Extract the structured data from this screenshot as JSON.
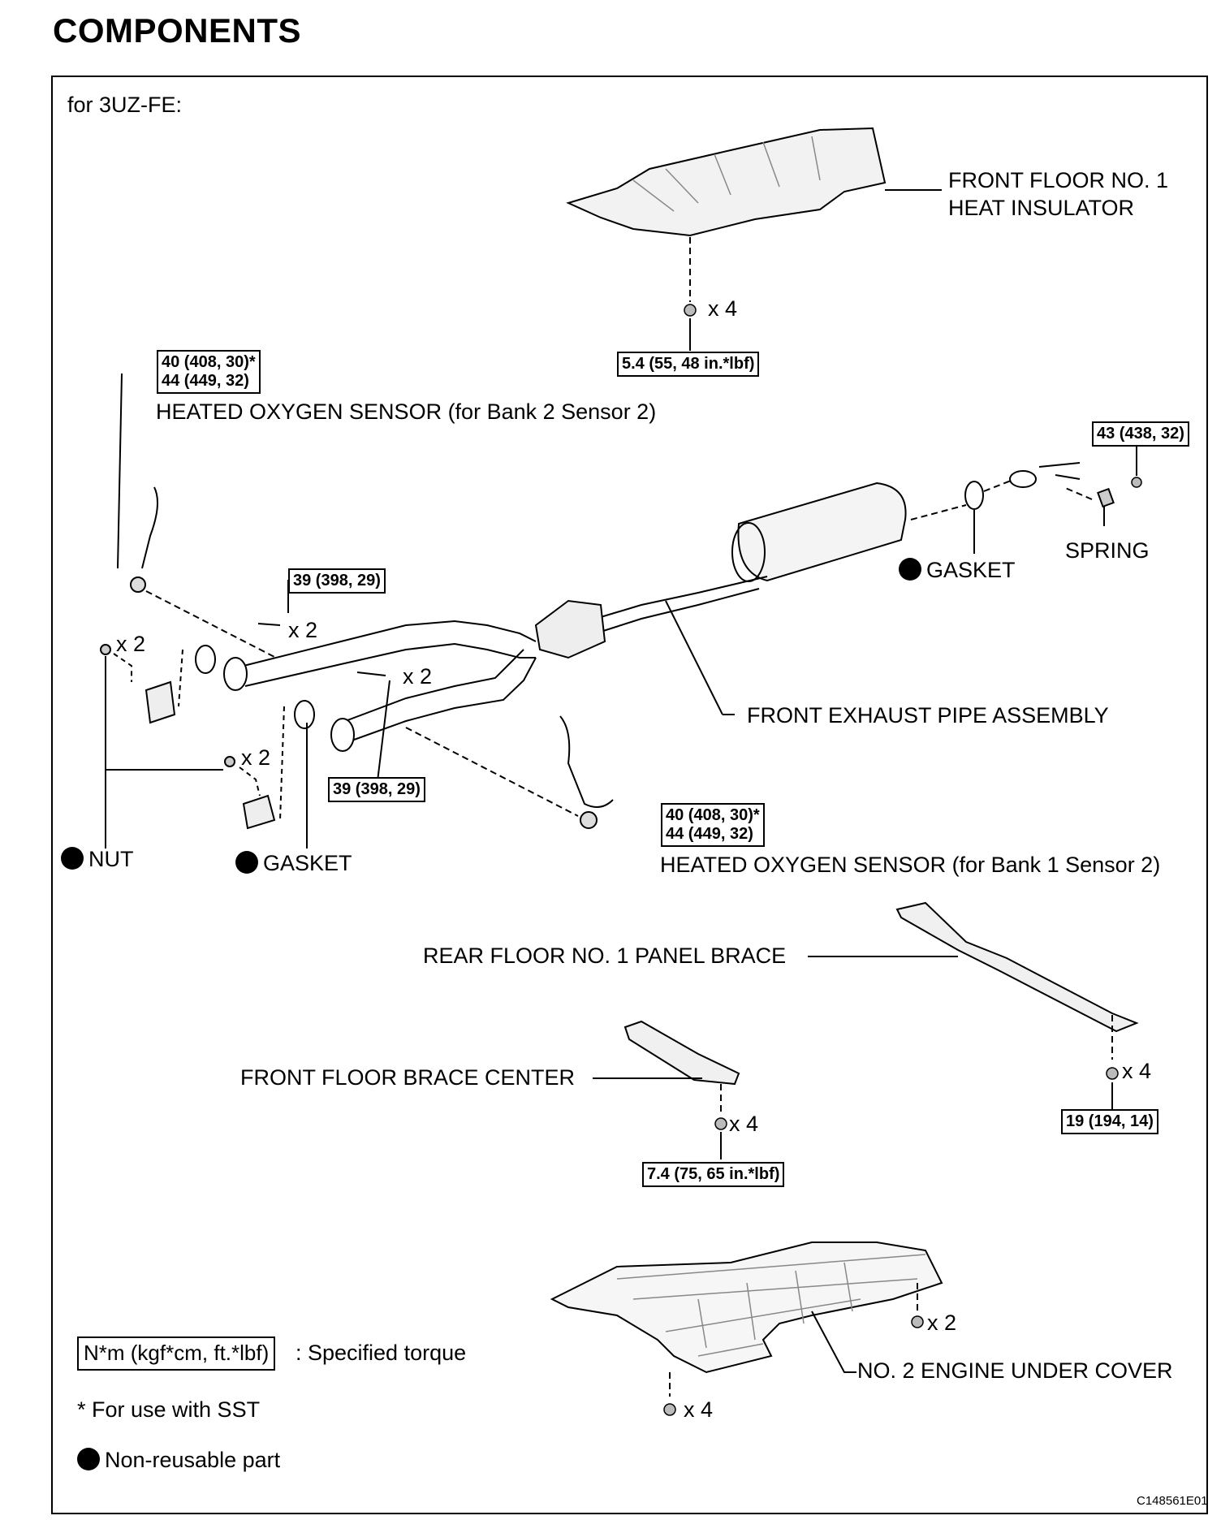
{
  "title": "COMPONENTS",
  "engine_label": "for 3UZ-FE:",
  "parts": {
    "front_floor_heat_insulator": [
      "FRONT FLOOR NO. 1",
      "HEAT INSULATOR"
    ],
    "ho2s_bank2": "HEATED OXYGEN SENSOR (for Bank 2 Sensor 2)",
    "ho2s_bank1": "HEATED OXYGEN SENSOR (for Bank 1 Sensor 2)",
    "gasket": "GASKET",
    "spring": "SPRING",
    "front_exhaust_pipe": "FRONT EXHAUST PIPE ASSEMBLY",
    "nut": "NUT",
    "rear_floor_brace": "REAR FLOOR NO. 1 PANEL BRACE",
    "front_floor_brace": "FRONT FLOOR BRACE CENTER",
    "engine_under_cover": "NO. 2 ENGINE UNDER COVER"
  },
  "quantities": {
    "x4": "x 4",
    "x2": "x 2"
  },
  "torques": {
    "insulator": "5.4 (55, 48 in.*lbf)",
    "sensor_a": "40 (408, 30)*",
    "sensor_b": "44 (449, 32)",
    "spring_bolt": "43 (438, 32)",
    "pipe_bolt": "39 (398, 29)",
    "rear_brace": "19 (194, 14)",
    "front_brace": "7.4 (75, 65 in.*lbf)"
  },
  "legend": {
    "torque_box": "N*m (kgf*cm, ft.*lbf)",
    "torque_text": ": Specified torque",
    "sst_note": "* For use with SST",
    "non_reusable": "Non-reusable part"
  },
  "figure_code": "C148561E01"
}
